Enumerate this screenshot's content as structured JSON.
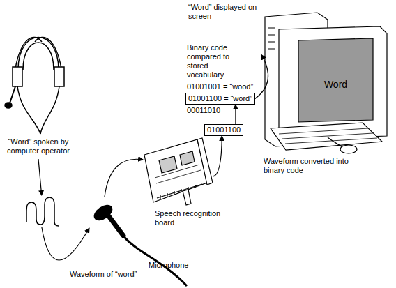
{
  "diagram": {
    "nodes": [
      {
        "text": [
          "“Word” spoken by computer operator"
        ]
      },
      {
        "text": [
          "Waveform of “word”"
        ]
      },
      {
        "text": [
          "Microphone"
        ]
      },
      {
        "text": [
          "Speech recognition board"
        ]
      },
      {
        "text": [
          "01001100"
        ]
      },
      {
        "text": [
          "01001100 = “word”"
        ]
      },
      {
        "text": [
          "“Word” displayed on screen",
          "Word"
        ]
      }
    ],
    "edges": [
      {
        "from": 0,
        "to": 1,
        "arrow": "to"
      },
      {
        "from": 1,
        "to": 2,
        "arrow": "to"
      },
      {
        "from": 2,
        "to": 3,
        "arrow": "to"
      },
      {
        "from": 3,
        "to": 4,
        "arrow": "to"
      },
      {
        "from": 4,
        "to": 5,
        "arrow": "to"
      },
      {
        "from": 5,
        "to": 6,
        "arrow": "to"
      }
    ],
    "labels": [
      "Binary code compared to stored vocabulary",
      "01001001 = “wood”",
      "00011010",
      "Waveform converted into binary code"
    ]
  }
}
